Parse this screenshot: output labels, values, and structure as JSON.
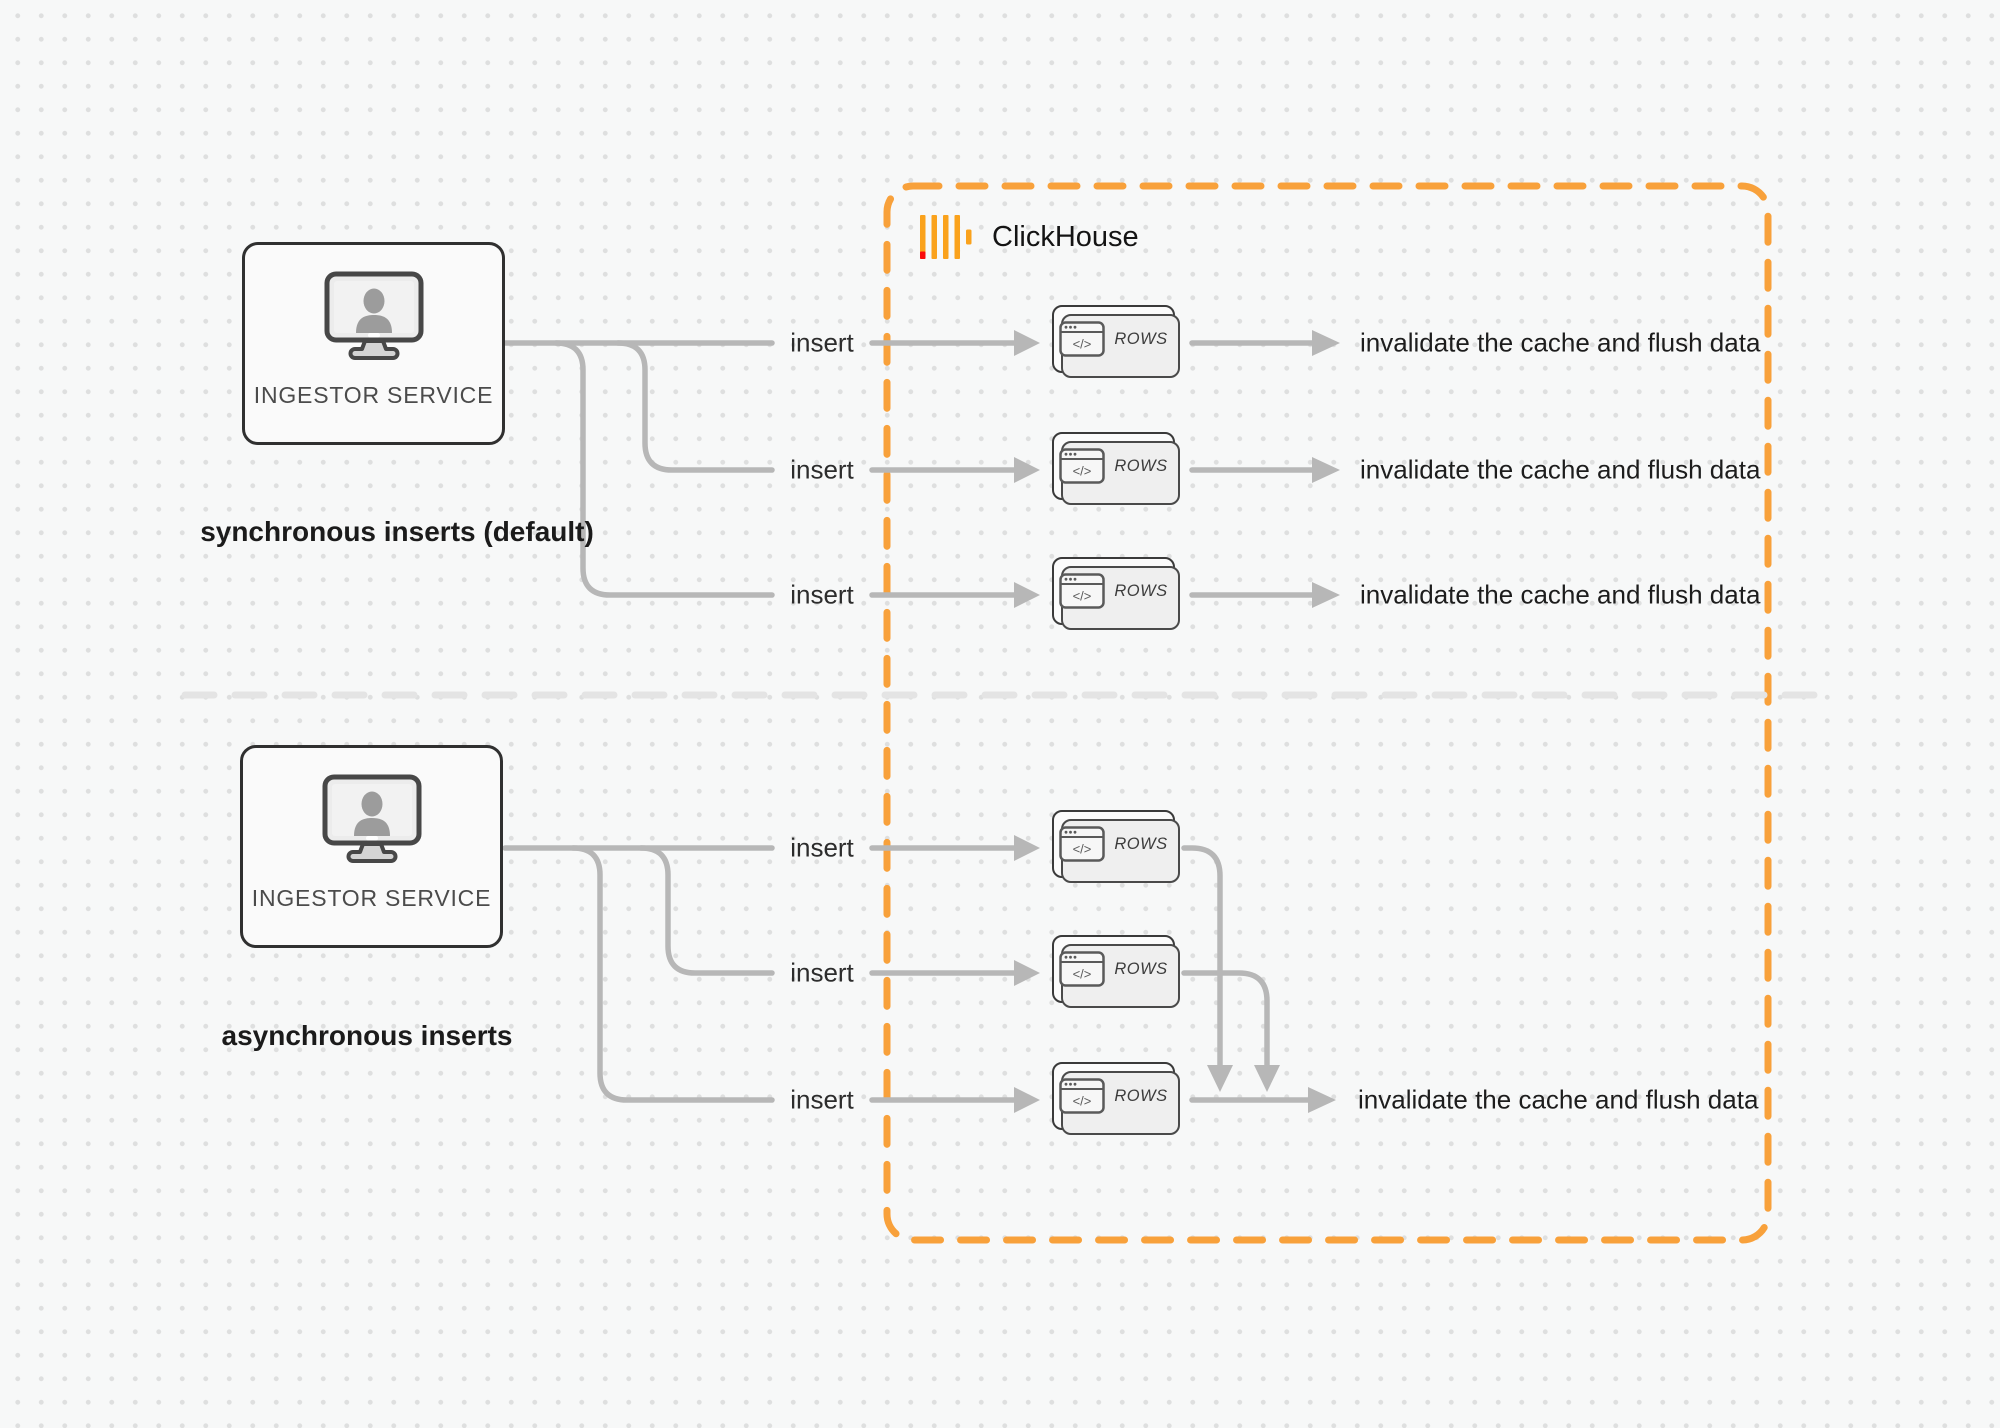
{
  "clickhouse": {
    "label": "ClickHouse"
  },
  "icons": {
    "code_glyph": "</>"
  },
  "sync": {
    "service_label": "INGESTOR SERVICE",
    "caption": "synchronous inserts (default)",
    "rows": [
      {
        "insert_label": "insert",
        "rows_label": "ROWS",
        "result_label": "invalidate the cache and flush data"
      },
      {
        "insert_label": "insert",
        "rows_label": "ROWS",
        "result_label": "invalidate the cache and flush data"
      },
      {
        "insert_label": "insert",
        "rows_label": "ROWS",
        "result_label": "invalidate the cache and flush data"
      }
    ]
  },
  "async": {
    "service_label": "INGESTOR SERVICE",
    "caption": "asynchronous inserts",
    "rows": [
      {
        "insert_label": "insert",
        "rows_label": "ROWS"
      },
      {
        "insert_label": "insert",
        "rows_label": "ROWS"
      },
      {
        "insert_label": "insert",
        "rows_label": "ROWS"
      }
    ],
    "result_label": "invalidate the cache and flush data"
  },
  "colors": {
    "accent_orange": "#F8A13B",
    "logo_yellow": "#FAA21C",
    "logo_red": "#FA0B0B",
    "connector_gray": "#B7B7B7",
    "divider_gray": "#E4E4E4",
    "node_border": "#303030"
  }
}
